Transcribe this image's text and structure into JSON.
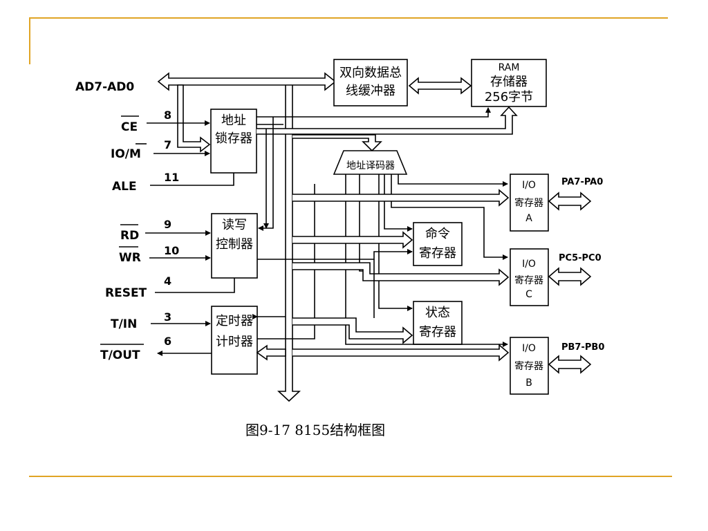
{
  "pins": {
    "ad": "AD7-AD0",
    "ce": "CE",
    "iom": "IO/M",
    "ale": "ALE",
    "rd": "RD",
    "wr": "WR",
    "reset": "RESET",
    "tin": "T/IN",
    "tout": "T/OUT"
  },
  "pin_numbers": {
    "ce": "8",
    "iom": "7",
    "ale": "11",
    "rd": "9",
    "wr": "10",
    "reset": "4",
    "tin": "3",
    "tout": "6"
  },
  "blocks": {
    "latch": [
      "地址",
      "锁存器"
    ],
    "rw": [
      "读写",
      "控制器"
    ],
    "timer": [
      "定时器",
      "计时器"
    ],
    "buffer": [
      "双向数据总",
      "线缓冲器"
    ],
    "ram": [
      "RAM",
      "存储器",
      "256字节"
    ],
    "decoder": "地址译码器",
    "cmd": [
      "命令",
      "寄存器"
    ],
    "status": [
      "状态",
      "寄存器"
    ],
    "ioa": [
      "I/O",
      "寄存器",
      "A"
    ],
    "ioc": [
      "I/O",
      "寄存器",
      "C"
    ],
    "iob": [
      "I/O",
      "寄存器",
      "B"
    ]
  },
  "ports": {
    "a": "PA7-PA0",
    "c": "PC5-PC0",
    "b": "PB7-PB0"
  },
  "caption": "图9-17  8155结构框图"
}
